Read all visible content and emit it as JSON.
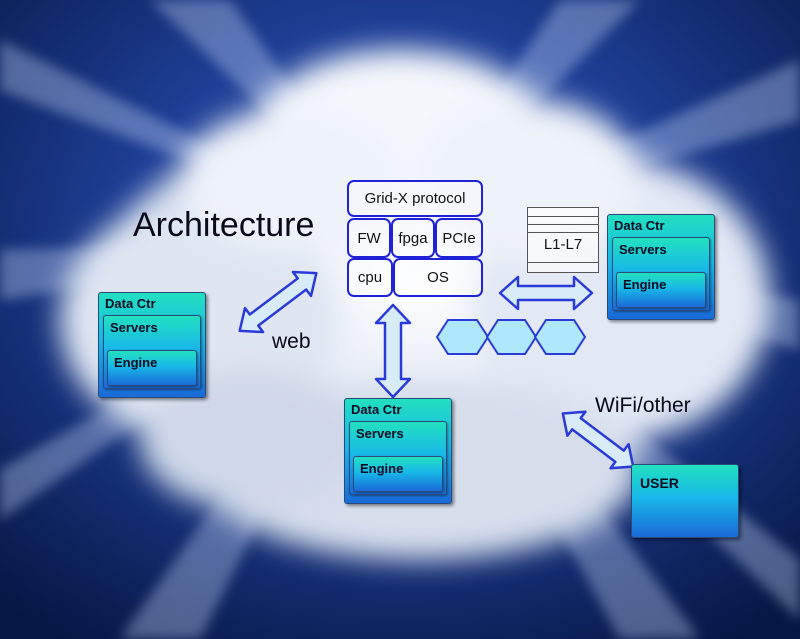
{
  "title": "Architecture",
  "labels": {
    "web": "web",
    "wifi": "WiFi/other"
  },
  "protocol_stack": {
    "top": "Grid-X protocol",
    "fw": "FW",
    "fpga": "fpga",
    "pcie": "PCIe",
    "cpu": "cpu",
    "os": "OS"
  },
  "layers": {
    "label": "L1-L7"
  },
  "data_centers": [
    {
      "title": "Data Ctr",
      "servers": "Servers",
      "engine": "Engine"
    },
    {
      "title": "Data Ctr",
      "servers": "Servers",
      "engine": "Engine"
    },
    {
      "title": "Data Ctr",
      "servers": "Servers",
      "engine": "Engine"
    }
  ],
  "user": {
    "label": "USER"
  },
  "colors": {
    "background": "#0d2a6b",
    "cloud": "#e8eef8",
    "arrow_fill": "#d8ecf8",
    "arrow_stroke": "#2a3ad8",
    "box_border": "#1f22d6",
    "box_gradient_top": "#22e0c0",
    "box_gradient_bottom": "#1a6ad8",
    "hexagon_fill": "#aee8fa"
  },
  "hexagon_count": 3
}
